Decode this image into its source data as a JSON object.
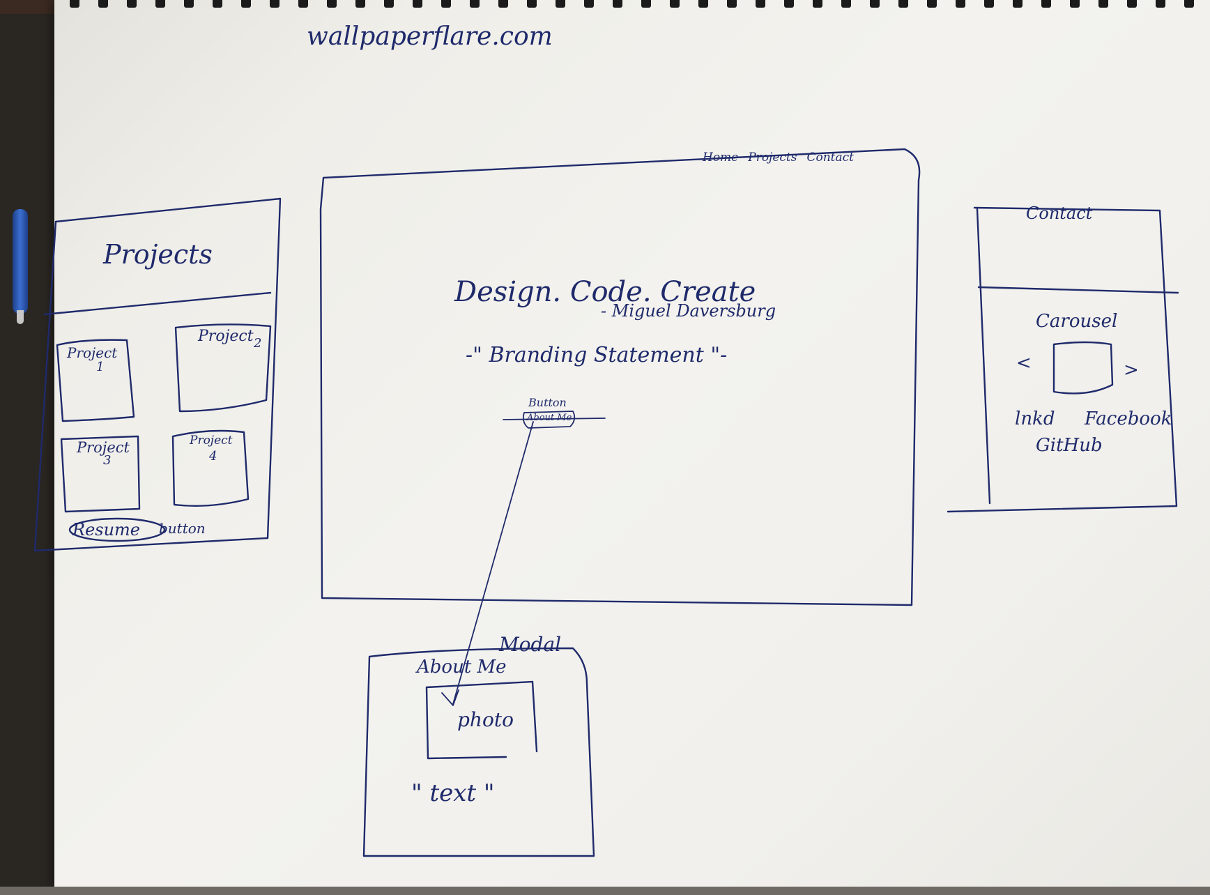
{
  "header": {
    "site_name": "wallpaperflare.com"
  },
  "projects_panel": {
    "title": "Projects",
    "items": [
      {
        "label": "Project",
        "number": "1"
      },
      {
        "label": "Project",
        "number": "2"
      },
      {
        "label": "Project",
        "number": "3"
      },
      {
        "label": "Project",
        "number": "4"
      }
    ],
    "resume_button": "Resume",
    "resume_note": "button"
  },
  "main_panel": {
    "nav": [
      "Home",
      "Projects",
      "Contact"
    ],
    "headline": "Design. Code. Create",
    "author": "- Miguel Daversburg",
    "branding": "-\" Branding Statement \"-",
    "button_note": "Button",
    "about_button": "About Me"
  },
  "contact_panel": {
    "title": "Contact",
    "carousel_label": "Carousel",
    "prev_arrow": "<",
    "next_arrow": ">",
    "links": [
      "lnkd",
      "Facebook",
      "GitHub"
    ]
  },
  "modal": {
    "label": "Modal",
    "title": "About Me",
    "photo_label": "photo",
    "text_label": "\" text \""
  },
  "colors": {
    "ink": "#1f2a6b",
    "paper": "#f1f0ec"
  }
}
